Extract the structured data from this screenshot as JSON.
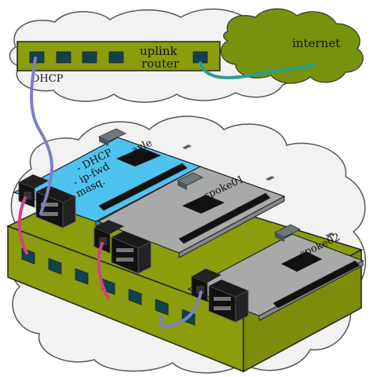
{
  "diagram": {
    "colors": {
      "cloud_fill": "#f2f2f2",
      "cloud_stroke": "#555555",
      "internet_cloud": "#77930e",
      "switch_green": "#8b9c0c",
      "port_teal": "#11424e",
      "board_blue": "#4fc3f0",
      "board_gray": "#a7aaa8",
      "chip_black": "#111111",
      "cable_purple": "#7f7fc6",
      "cable_teal": "#2a9d8f",
      "cable_pink": "#d64089"
    },
    "labels": {
      "uplink_router_line1": "uplink",
      "uplink_router_line2": "router",
      "internet": "internet",
      "dhcp_port": "DHCP",
      "board_axle": "axle",
      "board_spoke01": "spoke01",
      "board_spoke02": "spoke02",
      "axle_service_dhcp": "- DHCP",
      "axle_service_ipfwd": "- ip-fwd",
      "axle_service_masq": "- masq."
    }
  }
}
